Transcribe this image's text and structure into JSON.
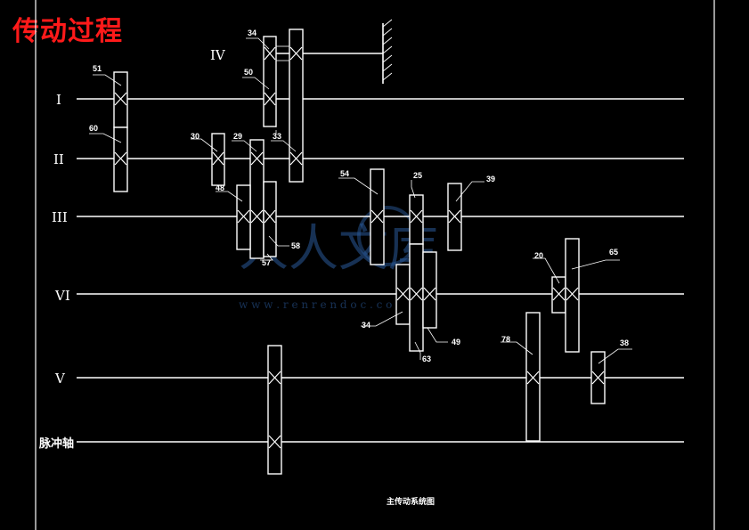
{
  "title": "传动过程",
  "caption": "主传动系统图",
  "watermark": {
    "brand": "人人文库",
    "url": "w w w . r e n r e n d o c . c o m"
  },
  "shafts": [
    {
      "id": "I",
      "label": "I"
    },
    {
      "id": "II",
      "label": "II"
    },
    {
      "id": "III",
      "label": "III"
    },
    {
      "id": "IV",
      "label": "IV"
    },
    {
      "id": "VI",
      "label": "VI"
    },
    {
      "id": "V",
      "label": "V"
    },
    {
      "id": "pulse",
      "label": "脉冲轴"
    }
  ],
  "gear_labels": [
    "51",
    "60",
    "34",
    "50",
    "30",
    "29",
    "33",
    "48",
    "57",
    "58",
    "54",
    "25",
    "39",
    "34",
    "63",
    "49",
    "20",
    "65",
    "78",
    "38"
  ]
}
